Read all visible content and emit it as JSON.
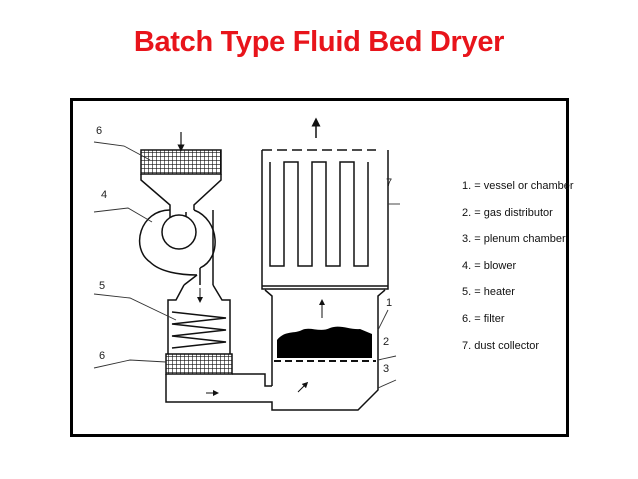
{
  "title": "Batch Type Fluid Bed Dryer",
  "colors": {
    "title": "#e8141b",
    "line": "#111111",
    "fill": "#000000"
  },
  "labels": {
    "l1": "1",
    "l2": "2",
    "l3": "3",
    "l4": "4",
    "l5": "5",
    "l6_top": "6",
    "l6_bottom": "6",
    "l7": "7"
  },
  "legend": [
    "1. = vessel or chamber",
    "2. = gas distributor",
    "3. = plenum chamber",
    "4. = blower",
    "5. = heater",
    "6. = filter",
    "7. dust collector"
  ]
}
